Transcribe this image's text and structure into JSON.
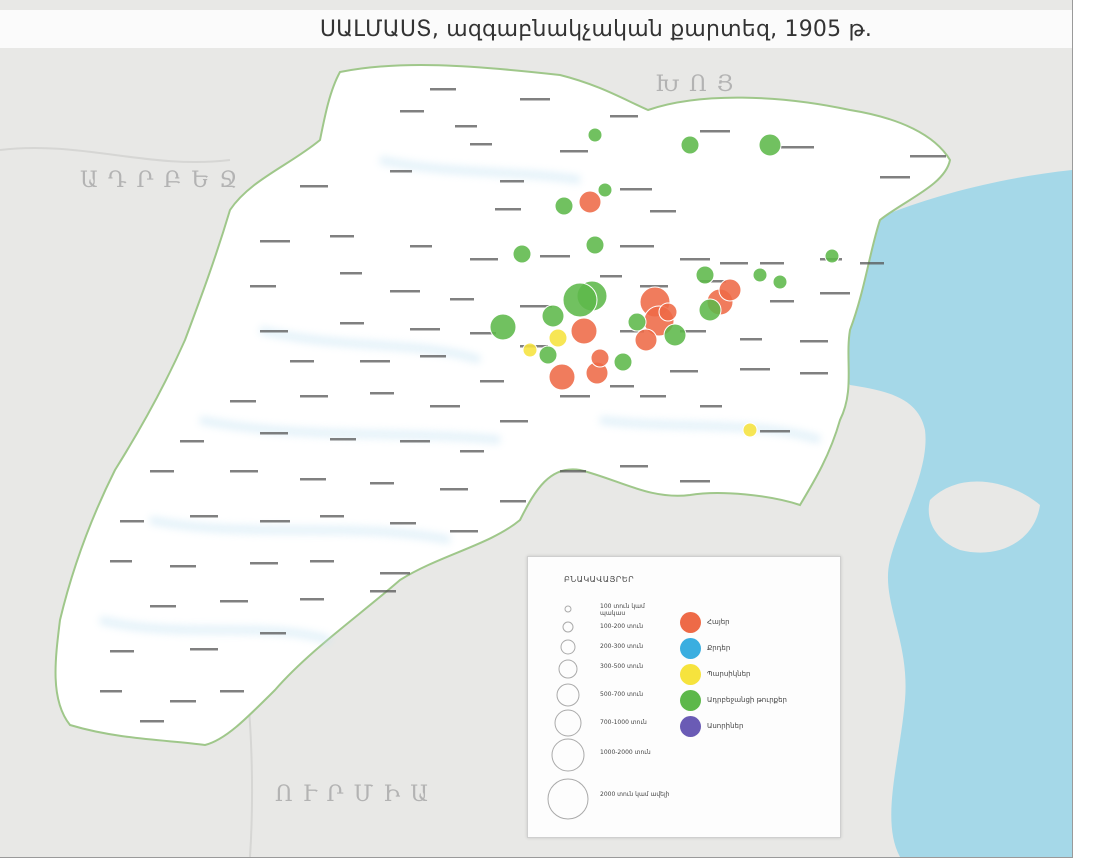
{
  "title": "ՍԱԼՄԱՍՏ, ազգաբնակչական քարտեզ, 1905 թ.",
  "regions": {
    "west": "ԱԴՐԲԵՋ",
    "north": "ԽՈՅ",
    "south": "ՈՒՐՄԻԱ"
  },
  "colors": {
    "land": "#e8e8e6",
    "district": "#ffffff",
    "lake": "#a5d8e8",
    "border": "#9fc78a",
    "armenian": "#ee6a47",
    "kurdish": "#3aaee0",
    "persian": "#f6e33d",
    "turkic": "#5db84a",
    "assyrian": "#6a5bb5"
  },
  "legend": {
    "title": "ԲՆԱԿԱՎԱՅՐԵՐ",
    "sizes": [
      {
        "label": "100 տուն կամ պակաս"
      },
      {
        "label": "100-200 տուն"
      },
      {
        "label": "200-300 տուն"
      },
      {
        "label": "300-500 տուն"
      },
      {
        "label": "500-700 տուն"
      },
      {
        "label": "700-1000 տուն"
      },
      {
        "label": "1000-2000 տուն"
      },
      {
        "label": "2000 տուն կամ ավելի"
      }
    ],
    "ethnic": [
      {
        "label": "Հայեր",
        "color_key": "armenian"
      },
      {
        "label": "Քրդեր",
        "color_key": "kurdish"
      },
      {
        "label": "Պարսիկներ",
        "color_key": "persian"
      },
      {
        "label": "Ադրբեջանցի թուրքեր",
        "color_key": "turkic"
      },
      {
        "label": "Ասորիներ",
        "color_key": "assyrian"
      }
    ]
  },
  "settlements": [
    {
      "ethnic": "turkic",
      "size": 4
    },
    {
      "ethnic": "armenian",
      "size": 4
    },
    {
      "ethnic": "turkic",
      "size": 3
    },
    {
      "ethnic": "turkic",
      "size": 2
    },
    {
      "ethnic": "turkic",
      "size": 2
    },
    {
      "ethnic": "turkic",
      "size": 3
    },
    {
      "ethnic": "turkic",
      "size": 3
    },
    {
      "ethnic": "turkic",
      "size": 6
    },
    {
      "ethnic": "turkic",
      "size": 4
    },
    {
      "ethnic": "armenian",
      "size": 5
    },
    {
      "ethnic": "armenian",
      "size": 6
    },
    {
      "ethnic": "turkic",
      "size": 5
    },
    {
      "ethnic": "persian",
      "size": 3
    },
    {
      "ethnic": "persian",
      "size": 2
    },
    {
      "ethnic": "turkic",
      "size": 7
    },
    {
      "ethnic": "armenian",
      "size": 5
    },
    {
      "ethnic": "armenian",
      "size": 4
    },
    {
      "ethnic": "turkic",
      "size": 3
    },
    {
      "ethnic": "armenian",
      "size": 6
    },
    {
      "ethnic": "armenian",
      "size": 5
    },
    {
      "ethnic": "turkic",
      "size": 4
    },
    {
      "ethnic": "armenian",
      "size": 4
    },
    {
      "ethnic": "turkic",
      "size": 4
    },
    {
      "ethnic": "armenian",
      "size": 4
    },
    {
      "ethnic": "turkic",
      "size": 3
    },
    {
      "ethnic": "turkic",
      "size": 2
    },
    {
      "ethnic": "turkic",
      "size": 2
    },
    {
      "ethnic": "turkic",
      "size": 2
    },
    {
      "ethnic": "turkic",
      "size": 3
    },
    {
      "ethnic": "persian",
      "size": 2
    },
    {
      "ethnic": "armenian",
      "size": 3
    },
    {
      "ethnic": "turkic",
      "size": 3
    },
    {
      "ethnic": "armenian",
      "size": 3
    },
    {
      "ethnic": "turkic",
      "size": 3
    }
  ]
}
